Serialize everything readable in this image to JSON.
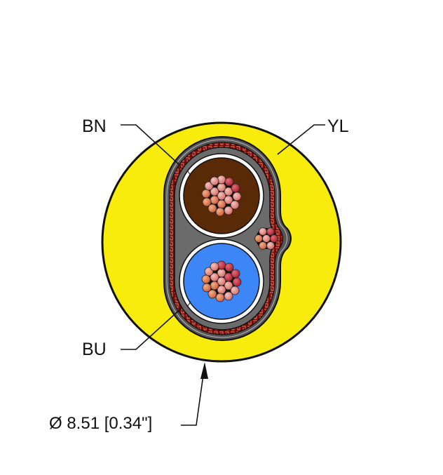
{
  "diagram": {
    "type": "cable-cross-section",
    "labels": {
      "brown_core": "BN",
      "yellow_jacket": "YL",
      "blue_core": "BU",
      "diameter": "Ø 8.51 [0.34\"]"
    },
    "colors": {
      "outer_jacket": "#f7ec0c",
      "brown_insulation": "#5a2a06",
      "blue_insulation": "#3d86f7",
      "filler": "#6b6b6b",
      "shield_braid": "#7a0c0c",
      "strand_light": "#e9a4a0",
      "strand_dark": "#c2414a",
      "strand_orange": "#e58a5f",
      "outline": "#111111"
    },
    "dimension": {
      "diameter_mm": 8.51,
      "diameter_in": 0.34
    }
  }
}
